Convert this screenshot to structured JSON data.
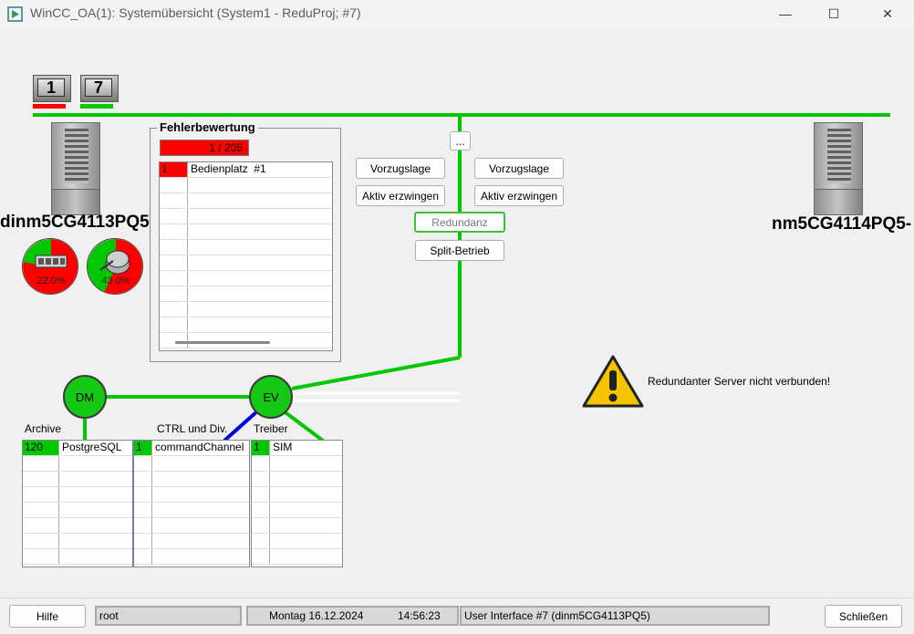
{
  "window": {
    "title": "WinCC_OA(1): Systemübersicht (System1 - ReduProj; #7)",
    "minimize": "—",
    "maximize": "☐",
    "close": "✕"
  },
  "monitors": [
    {
      "number": "1",
      "bar_color": "#ff0000"
    },
    {
      "number": "7",
      "bar_color": "#00c800"
    }
  ],
  "servers": {
    "left": {
      "name": "dinm5CG4113PQ5"
    },
    "right": {
      "name": "nm5CG4114PQ5-"
    }
  },
  "gauges": {
    "memory": {
      "icon": "memory-icon",
      "value": "22.0%",
      "fraction": 0.22
    },
    "disk": {
      "icon": "disk-icon",
      "value": "43.0%",
      "fraction": 0.43
    }
  },
  "fehlerbewertung": {
    "title": "Fehlerbewertung",
    "counter": "1 / 205",
    "rows": [
      {
        "num": "1",
        "text": "Bedienplatz  #1"
      }
    ]
  },
  "redundancy": {
    "more_button": "...",
    "left_preference": "Vorzugslage",
    "right_preference": "Vorzugslage",
    "left_force_active": "Aktiv erzwingen",
    "right_force_active": "Aktiv erzwingen",
    "redundanz": "Redundanz",
    "split": "Split-Betrieb"
  },
  "nodes": {
    "dm": "DM",
    "ev": "EV"
  },
  "warning": {
    "icon": "warning-icon",
    "text": "Redundanter Server nicht verbunden!"
  },
  "sections": {
    "archive": {
      "label": "Archive",
      "rows": [
        {
          "num": "120",
          "name": "PostgreSQL"
        }
      ]
    },
    "ctrl": {
      "label": "CTRL und Div.",
      "rows": [
        {
          "num": "1",
          "name": "commandChannel"
        }
      ]
    },
    "treiber": {
      "label": "Treiber",
      "rows": [
        {
          "num": "1",
          "name": "SIM"
        }
      ]
    }
  },
  "statusbar": {
    "help": "Hilfe",
    "user": "root",
    "date": "Montag 16.12.2024",
    "time": "14:56:23",
    "ui": "User Interface #7 (dinm5CG4113PQ5)",
    "close": "Schließen"
  },
  "colors": {
    "network_green": "#00c800",
    "alarm_red": "#ff0000",
    "node_green": "#14c814",
    "ctrl_blue": "#0000e0"
  }
}
